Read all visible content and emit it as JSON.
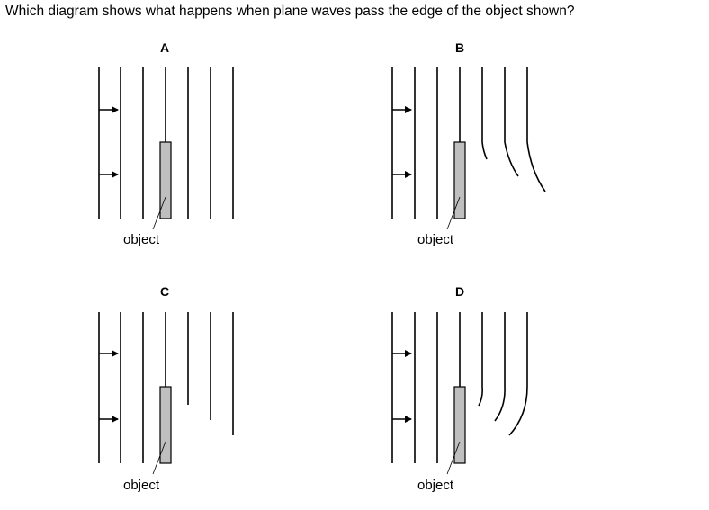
{
  "question": "Which diagram shows what happens when plane waves pass the edge of the object shown?",
  "panels": [
    {
      "label": "A",
      "object_label": "object"
    },
    {
      "label": "B",
      "object_label": "object"
    },
    {
      "label": "C",
      "object_label": "object"
    },
    {
      "label": "D",
      "object_label": "object"
    }
  ],
  "colors": {
    "line": "#000000",
    "object_fill": "#bfbfbf"
  }
}
